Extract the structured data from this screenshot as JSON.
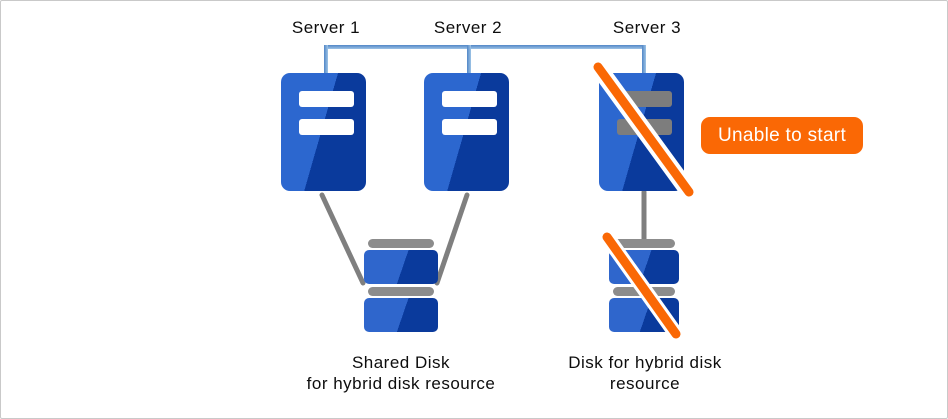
{
  "diagram": {
    "servers": [
      {
        "label": "Server 1",
        "status": "normal"
      },
      {
        "label": "Server 2",
        "status": "normal"
      },
      {
        "label": "Server 3",
        "status": "failed"
      }
    ],
    "badge": {
      "label": "Unable to start"
    },
    "disks": [
      {
        "label_line1": "Shared Disk",
        "label_line2": "for hybrid disk resource",
        "status": "normal"
      },
      {
        "label_line1": "Disk for hybrid disk",
        "label_line2": "resource",
        "status": "failed"
      }
    ],
    "colors": {
      "server_blue_light": "#2c67cf",
      "server_blue_dark": "#0a3a9c",
      "network_line_blue": "#5287c7",
      "connector_gray": "#7f7f7f",
      "disk_platter_gray": "#8c8c8c",
      "disabled_slot_gray": "#7d7d7d",
      "failure_orange": "#fa6805",
      "badge_orange": "#fa6805",
      "badge_text": "#ffffff",
      "label_text": "#0d0d0d"
    }
  }
}
